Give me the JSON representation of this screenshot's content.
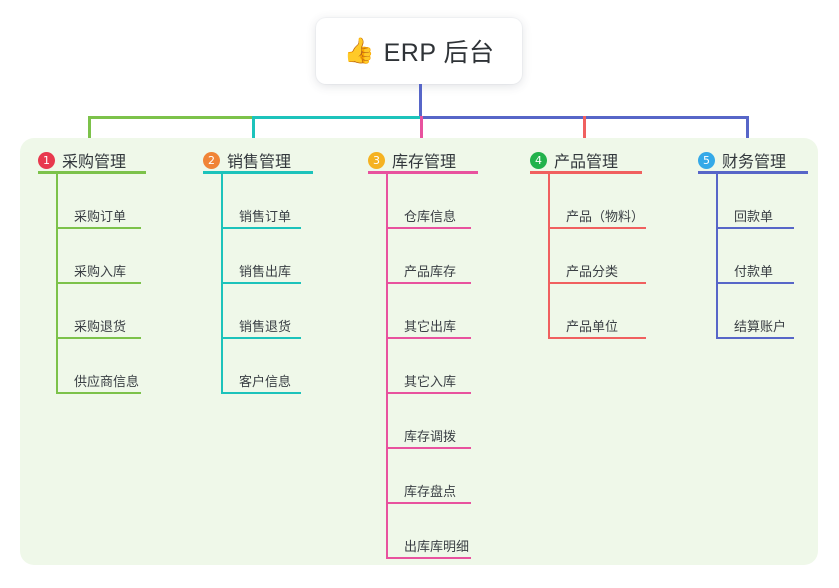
{
  "title": {
    "emoji": "👍",
    "emoji_name": "thumbs-up-icon",
    "text": "ERP 后台"
  },
  "palette": {
    "panel_bg": "#eff8e9",
    "root_connector": "#5766c8",
    "page_bg": "#ffffff",
    "text": "#32373c"
  },
  "columns": [
    {
      "index": "1",
      "title": "采购管理",
      "badge_color": "#e8394e",
      "line_color": "#7cc24a",
      "items": [
        "采购订单",
        "采购入库",
        "采购退货",
        "供应商信息"
      ]
    },
    {
      "index": "2",
      "title": "销售管理",
      "badge_color": "#f08437",
      "line_color": "#1cc3bb",
      "items": [
        "销售订单",
        "销售出库",
        "销售退货",
        "客户信息"
      ]
    },
    {
      "index": "3",
      "title": "库存管理",
      "badge_color": "#f5b221",
      "line_color": "#e8529e",
      "items": [
        "仓库信息",
        "产品库存",
        "其它出库",
        "其它入库",
        "库存调拨",
        "库存盘点",
        "出库库明细"
      ]
    },
    {
      "index": "4",
      "title": "产品管理",
      "badge_color": "#22b24c",
      "line_color": "#f0605f",
      "items": [
        "产品（物料）",
        "产品分类",
        "产品单位"
      ]
    },
    {
      "index": "5",
      "title": "财务管理",
      "badge_color": "#34a9e8",
      "line_color": "#5766c8",
      "items": [
        "回款单",
        "付款单",
        "结算账户"
      ]
    }
  ]
}
